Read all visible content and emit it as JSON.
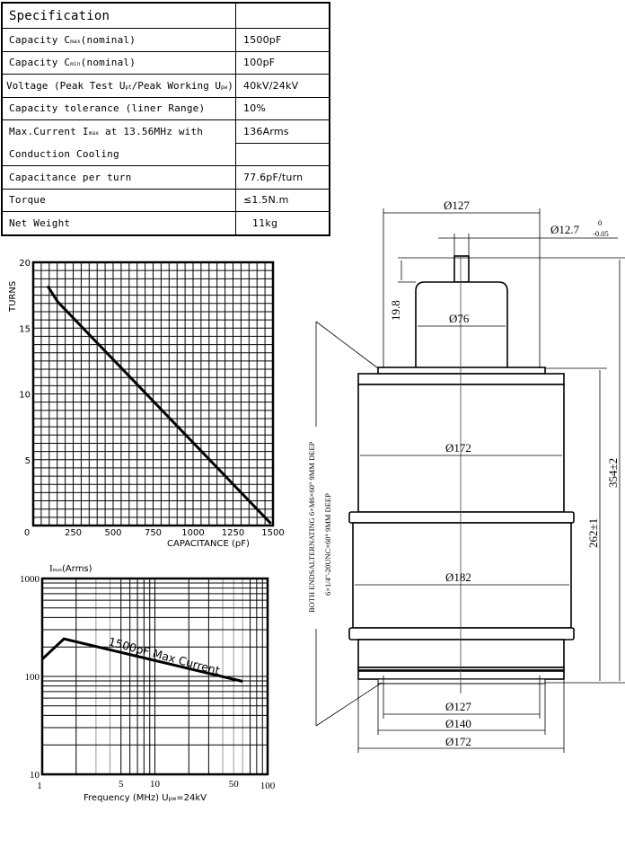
{
  "spec_table": {
    "header": "Specification",
    "rows": [
      {
        "pre": "Capacity C",
        "sub": "max",
        "post": "(nominal)",
        "value": "1500pF"
      },
      {
        "pre": "Capacity C",
        "sub": "min",
        "post": "(nominal)",
        "value": "100pF"
      },
      {
        "pre": "Voltage (Peak Test U",
        "sub": "pt",
        "post": "/Peak Working U",
        "sub2": "pw",
        "post2": ")",
        "value": "40kV/24kV"
      },
      {
        "pre": "Capacity tolerance (liner Range)",
        "value": "10%"
      },
      {
        "pre": "Max.Current I",
        "sub": "max",
        "post": " at 13.56MHz with",
        "value": "136Arms"
      },
      {
        "pre": "Conduction Cooling",
        "value": ""
      },
      {
        "pre": "Capacitance per turn",
        "value": "77.6pF/turn"
      },
      {
        "pre": "Torque",
        "value": "≤1.5N.m"
      },
      {
        "pre": "Net Weight",
        "value": "11kg"
      }
    ]
  },
  "chart_data": [
    {
      "type": "line",
      "title": "",
      "xlabel": "CAPACITANCE (pF)",
      "ylabel": "TURNS",
      "xlim": [
        0,
        1500
      ],
      "ylim": [
        0,
        20
      ],
      "x_ticks": [
        "0",
        "250",
        "500",
        "750",
        "1000",
        "1250",
        "1500"
      ],
      "x_tick_values": [
        0,
        250,
        500,
        750,
        1000,
        1250,
        1500
      ],
      "y_ticks": [
        "0",
        "5",
        "10",
        "15",
        "20"
      ],
      "y_tick_values": [
        0,
        5,
        10,
        15,
        20
      ],
      "grid": true,
      "x_grid_step": 50,
      "y_grid_step": 0.625,
      "series": [
        {
          "name": "turns",
          "x": [
            90,
            153,
            1487
          ],
          "y": [
            18.2,
            17.0,
            0.15
          ]
        }
      ]
    },
    {
      "type": "line",
      "title": "",
      "xlabel": "Frequency (MHz) U",
      "xlabel_sub": "pw",
      "xlabel_post": "=24kV",
      "ylabel": "I",
      "ylabel_sub": "max",
      "ylabel_post": "(Arms)",
      "xscale": "log",
      "yscale": "log",
      "xlim": [
        1,
        100
      ],
      "ylim": [
        10,
        1000
      ],
      "x_ticks": [
        "1",
        "5",
        "10",
        "50",
        "100"
      ],
      "x_tick_values": [
        1,
        5,
        10,
        50,
        100
      ],
      "y_ticks": [
        "10",
        "100",
        "1000"
      ],
      "y_tick_values": [
        10,
        100,
        1000
      ],
      "grid": true,
      "annotation": "1500pF Max Current",
      "series": [
        {
          "name": "1500pF Max Current",
          "x": [
            1,
            1.56,
            60
          ],
          "y": [
            150,
            242,
            89
          ]
        }
      ]
    }
  ],
  "drawing": {
    "dia_top_127": "Ø127",
    "dia_stem": "Ø12.7",
    "dia_stem_tol_upper": "0",
    "dia_stem_tol_lower": "-0.05",
    "height_19_8": "19.8",
    "dia_76": "Ø76",
    "dia_172_body": "Ø172",
    "dia_182": "Ø182",
    "dia_bottom_127": "Ø127",
    "dia_bottom_140": "Ø140",
    "dia_bottom_172": "Ø172",
    "height_262": "262±1",
    "height_354": "354±2",
    "note_1": "BOTH ENDSALTERNATING 6×M6×60° 9MM DEEP",
    "note_2": "6×1/4''-20UNC×60° 9MM DEEP"
  }
}
